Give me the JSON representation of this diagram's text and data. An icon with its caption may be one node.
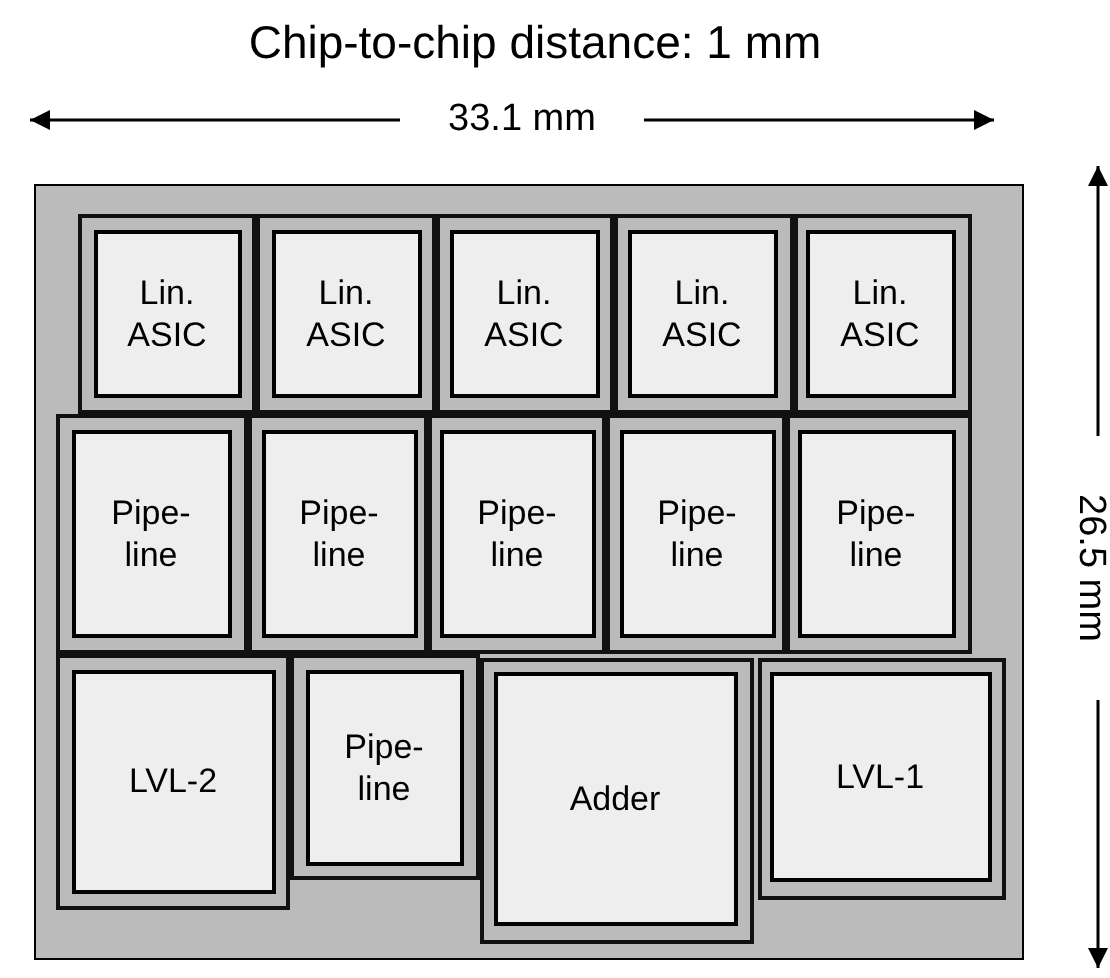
{
  "diagram": {
    "title": "Chip-to-chip distance: 1 mm",
    "nodes": [
      {
        "text": [],
        "shape": "box"
      },
      {
        "text": [
          "Lin. ASIC"
        ],
        "in": 0
      },
      {
        "text": [
          "Lin. ASIC"
        ],
        "in": 0
      },
      {
        "text": [
          "Lin. ASIC"
        ],
        "in": 0
      },
      {
        "text": [
          "Lin. ASIC"
        ],
        "in": 0
      },
      {
        "text": [
          "Lin. ASIC"
        ],
        "in": 0
      },
      {
        "text": [
          "Pipe- line"
        ],
        "in": 0
      },
      {
        "text": [
          "Pipe- line"
        ],
        "in": 0
      },
      {
        "text": [
          "Pipe- line"
        ],
        "in": 0
      },
      {
        "text": [
          "Pipe- line"
        ],
        "in": 0
      },
      {
        "text": [
          "Pipe- line"
        ],
        "in": 0
      },
      {
        "text": [
          "LVL-2"
        ],
        "in": 0
      },
      {
        "text": [
          "Pipe- line"
        ],
        "in": 0
      },
      {
        "text": [
          "Adder"
        ],
        "in": 0
      },
      {
        "text": [
          "LVL-1"
        ],
        "in": 0
      }
    ],
    "edges": [],
    "labels": [
      "33.1 mm",
      "26.5 mm"
    ]
  }
}
